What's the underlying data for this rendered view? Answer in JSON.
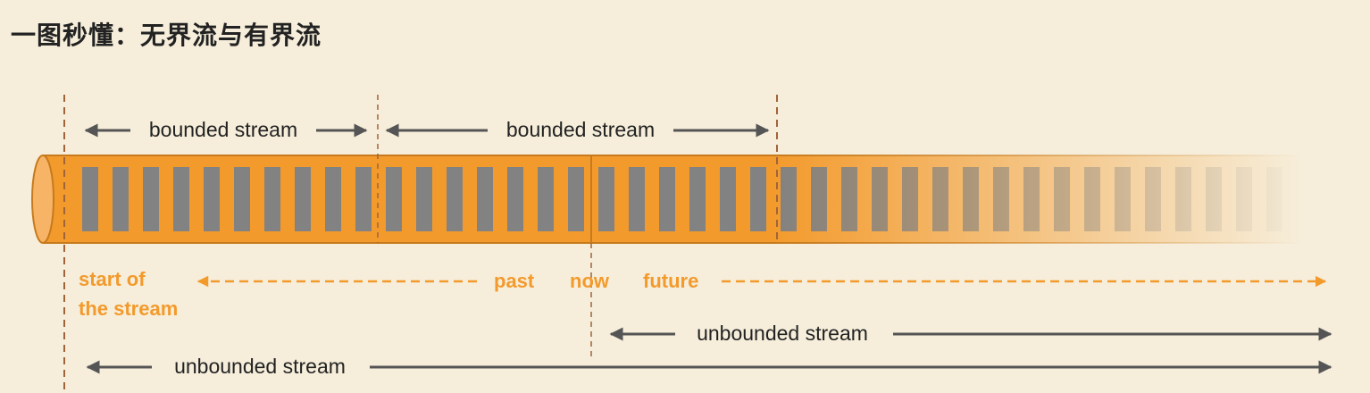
{
  "title": "一图秒懂：无界流与有界流",
  "labels": {
    "bounded_stream_1": "bounded stream",
    "bounded_stream_2": "bounded stream",
    "start_of_line1": "start of",
    "start_of_line2": "the stream",
    "past": "past",
    "now": "now",
    "future": "future",
    "unbounded_stream_now": "unbounded stream",
    "unbounded_stream_start": "unbounded stream"
  },
  "colors": {
    "background": "#f6eedb",
    "tube_orange": "#f39a2c",
    "slot_gray": "#828282",
    "label_orange": "#f39a2c",
    "arrow_dark": "#555555",
    "divider_brown": "#a0643a"
  }
}
